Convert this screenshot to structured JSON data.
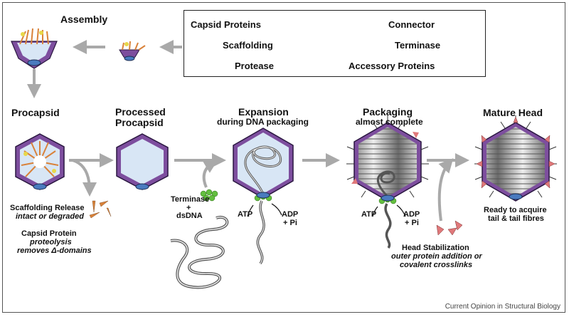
{
  "labels": {
    "assembly": "Assembly",
    "procapsid": "Procapsid",
    "processed_line1": "Processed",
    "processed_line2": "Procapsid",
    "expansion_line1": "Expansion",
    "expansion_line2": "during DNA packaging",
    "packaging_line1": "Packaging",
    "packaging_line2": "almost complete",
    "mature_head": "Mature Head"
  },
  "legend": {
    "capsid_proteins": "Capsid Proteins",
    "scaffolding": "Scaffolding",
    "protease": "Protease",
    "connector": "Connector",
    "terminase": "Terminase",
    "accessory_proteins": "Accessory Proteins"
  },
  "annotations": {
    "scaffolding_release_1": "Scaffolding Release",
    "scaffolding_release_2": "intact or degraded",
    "capsid_protein": "Capsid Protein",
    "proteolysis_1": "proteolysis",
    "proteolysis_2": "removes Δ-domains",
    "terminase": "Terminase",
    "plus": "+",
    "dsdna": "dsDNA",
    "atp_1": "ATP",
    "adp_1": "ADP",
    "pi_1": "+ Pi",
    "atp_2": "ATP",
    "adp_2": "ADP",
    "pi_2": "+ Pi",
    "ready_1": "Ready to acquire",
    "ready_2": "tail & tail fibres",
    "head_stab_1": "Head Stabilization",
    "head_stab_2": "outer protein addition or",
    "head_stab_3": "covalent crosslinks"
  },
  "credit": "Current Opinion in Structural Biology",
  "colors": {
    "capsid_purple": "#7d4e9e",
    "interior": "#d8e6f5",
    "connector_blue": "#4a7bbf",
    "terminase_green": "#63bf3f",
    "protease_yellow": "#e8d84a",
    "scaffold_orange": "#d9823a",
    "accessory_pink": "#e0787a",
    "arrow_gray": "#a9a9a9"
  }
}
